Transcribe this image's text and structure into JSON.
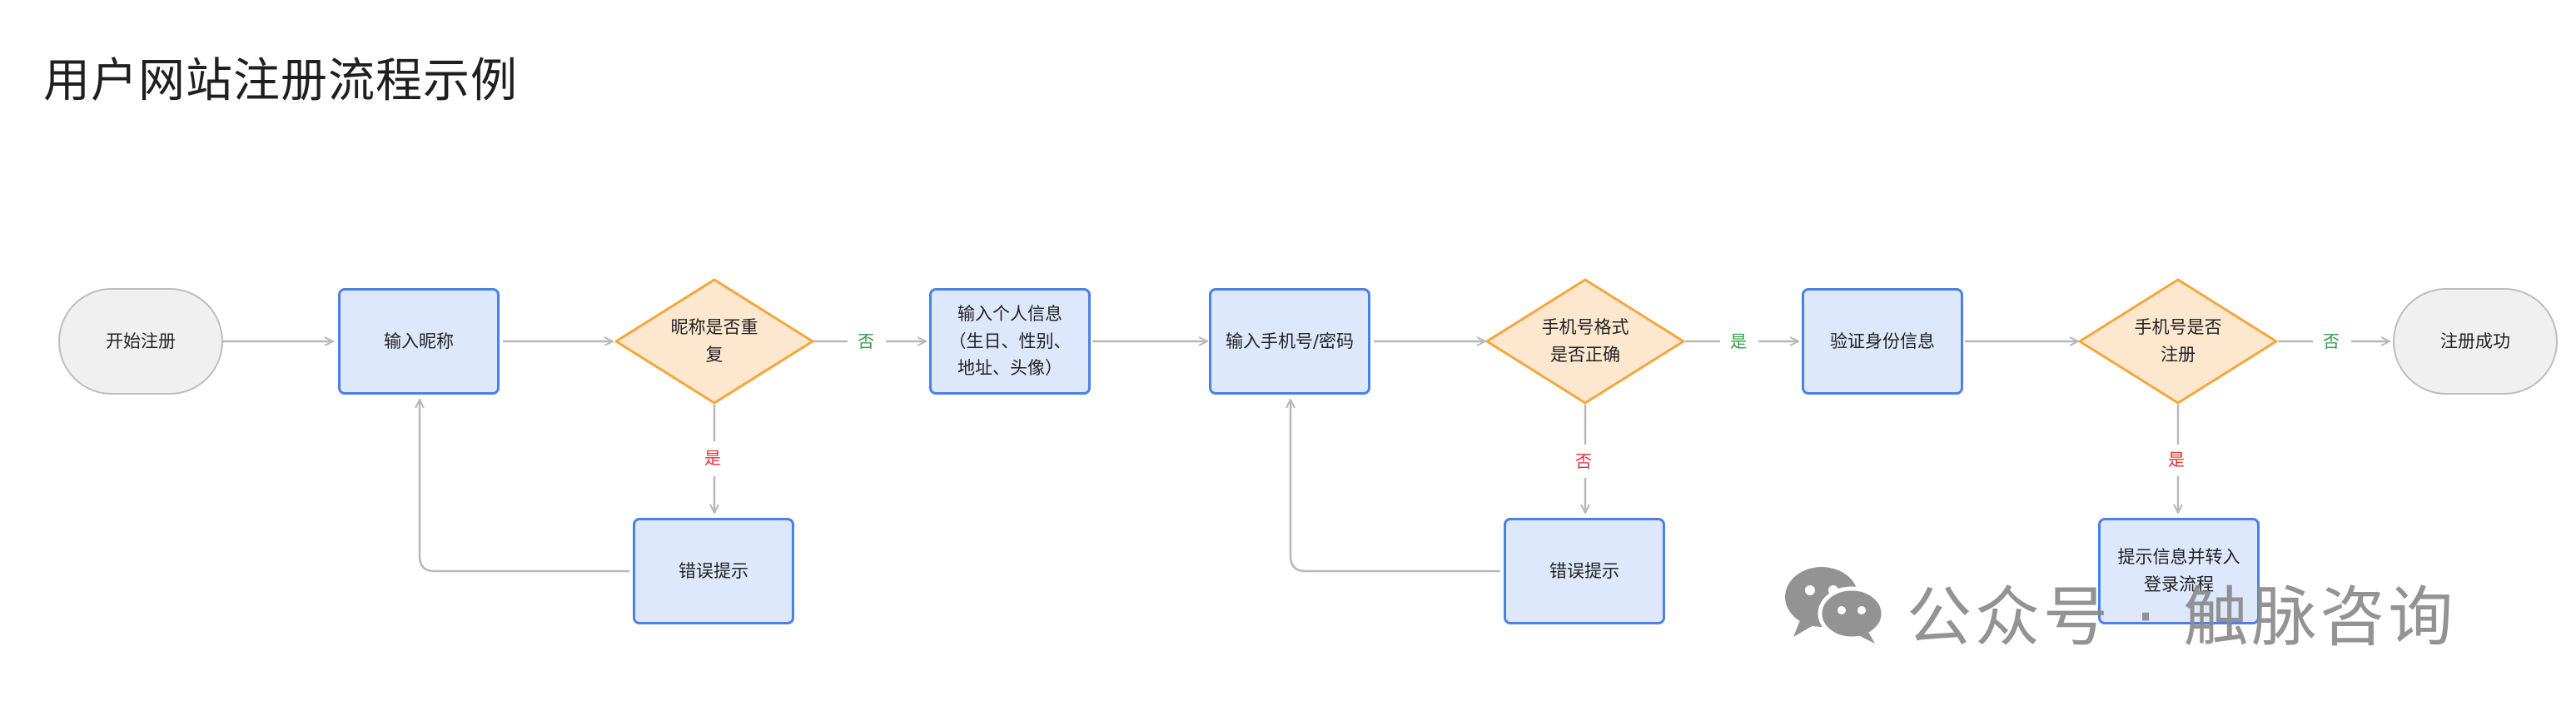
{
  "title": "用户网站注册流程示例",
  "nodes": {
    "start": "开始注册",
    "enter_nickname": "输入昵称",
    "nickname_dup": "昵称是否重\n复",
    "personal_info": "输入个人信息\n（生日、性别、\n地址、头像）",
    "phone_password": "输入手机号/密码",
    "phone_format": "手机号格式\n是否正确",
    "verify_identity": "验证身份信息",
    "phone_registered": "手机号是否\n注册",
    "end": "注册成功",
    "error1": "错误提示",
    "error2": "错误提示",
    "redirect_login": "提示信息并转入\n登录流程"
  },
  "edge_labels": {
    "nickname_no": "否",
    "nickname_yes": "是",
    "format_yes": "是",
    "format_no": "否",
    "registered_no": "否",
    "registered_yes": "是"
  },
  "colors": {
    "process_fill": "#dde8fc",
    "process_border": "#4a80e8",
    "decision_fill": "#fde8cf",
    "decision_border": "#f5a63a",
    "terminal_fill": "#f0f0f0",
    "connector": "#b8b8b8",
    "no_label": "#2f9e44",
    "yes_label": "#e03131"
  },
  "watermark": {
    "icon": "wechat-icon",
    "text": "公众号 · 触脉咨询"
  }
}
